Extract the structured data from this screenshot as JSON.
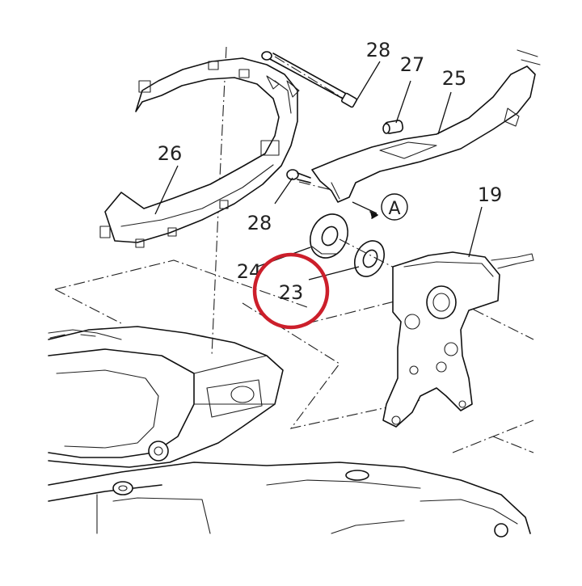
{
  "labels": {
    "p19": "19",
    "p23": "23",
    "p24": "24",
    "p25": "25",
    "p26": "26",
    "p27": "27",
    "p28_top": "28",
    "p28_mid": "28",
    "view_a": "A"
  },
  "colors": {
    "line": "#111111",
    "highlight": "#cc1f2b",
    "background": "#ffffff"
  }
}
